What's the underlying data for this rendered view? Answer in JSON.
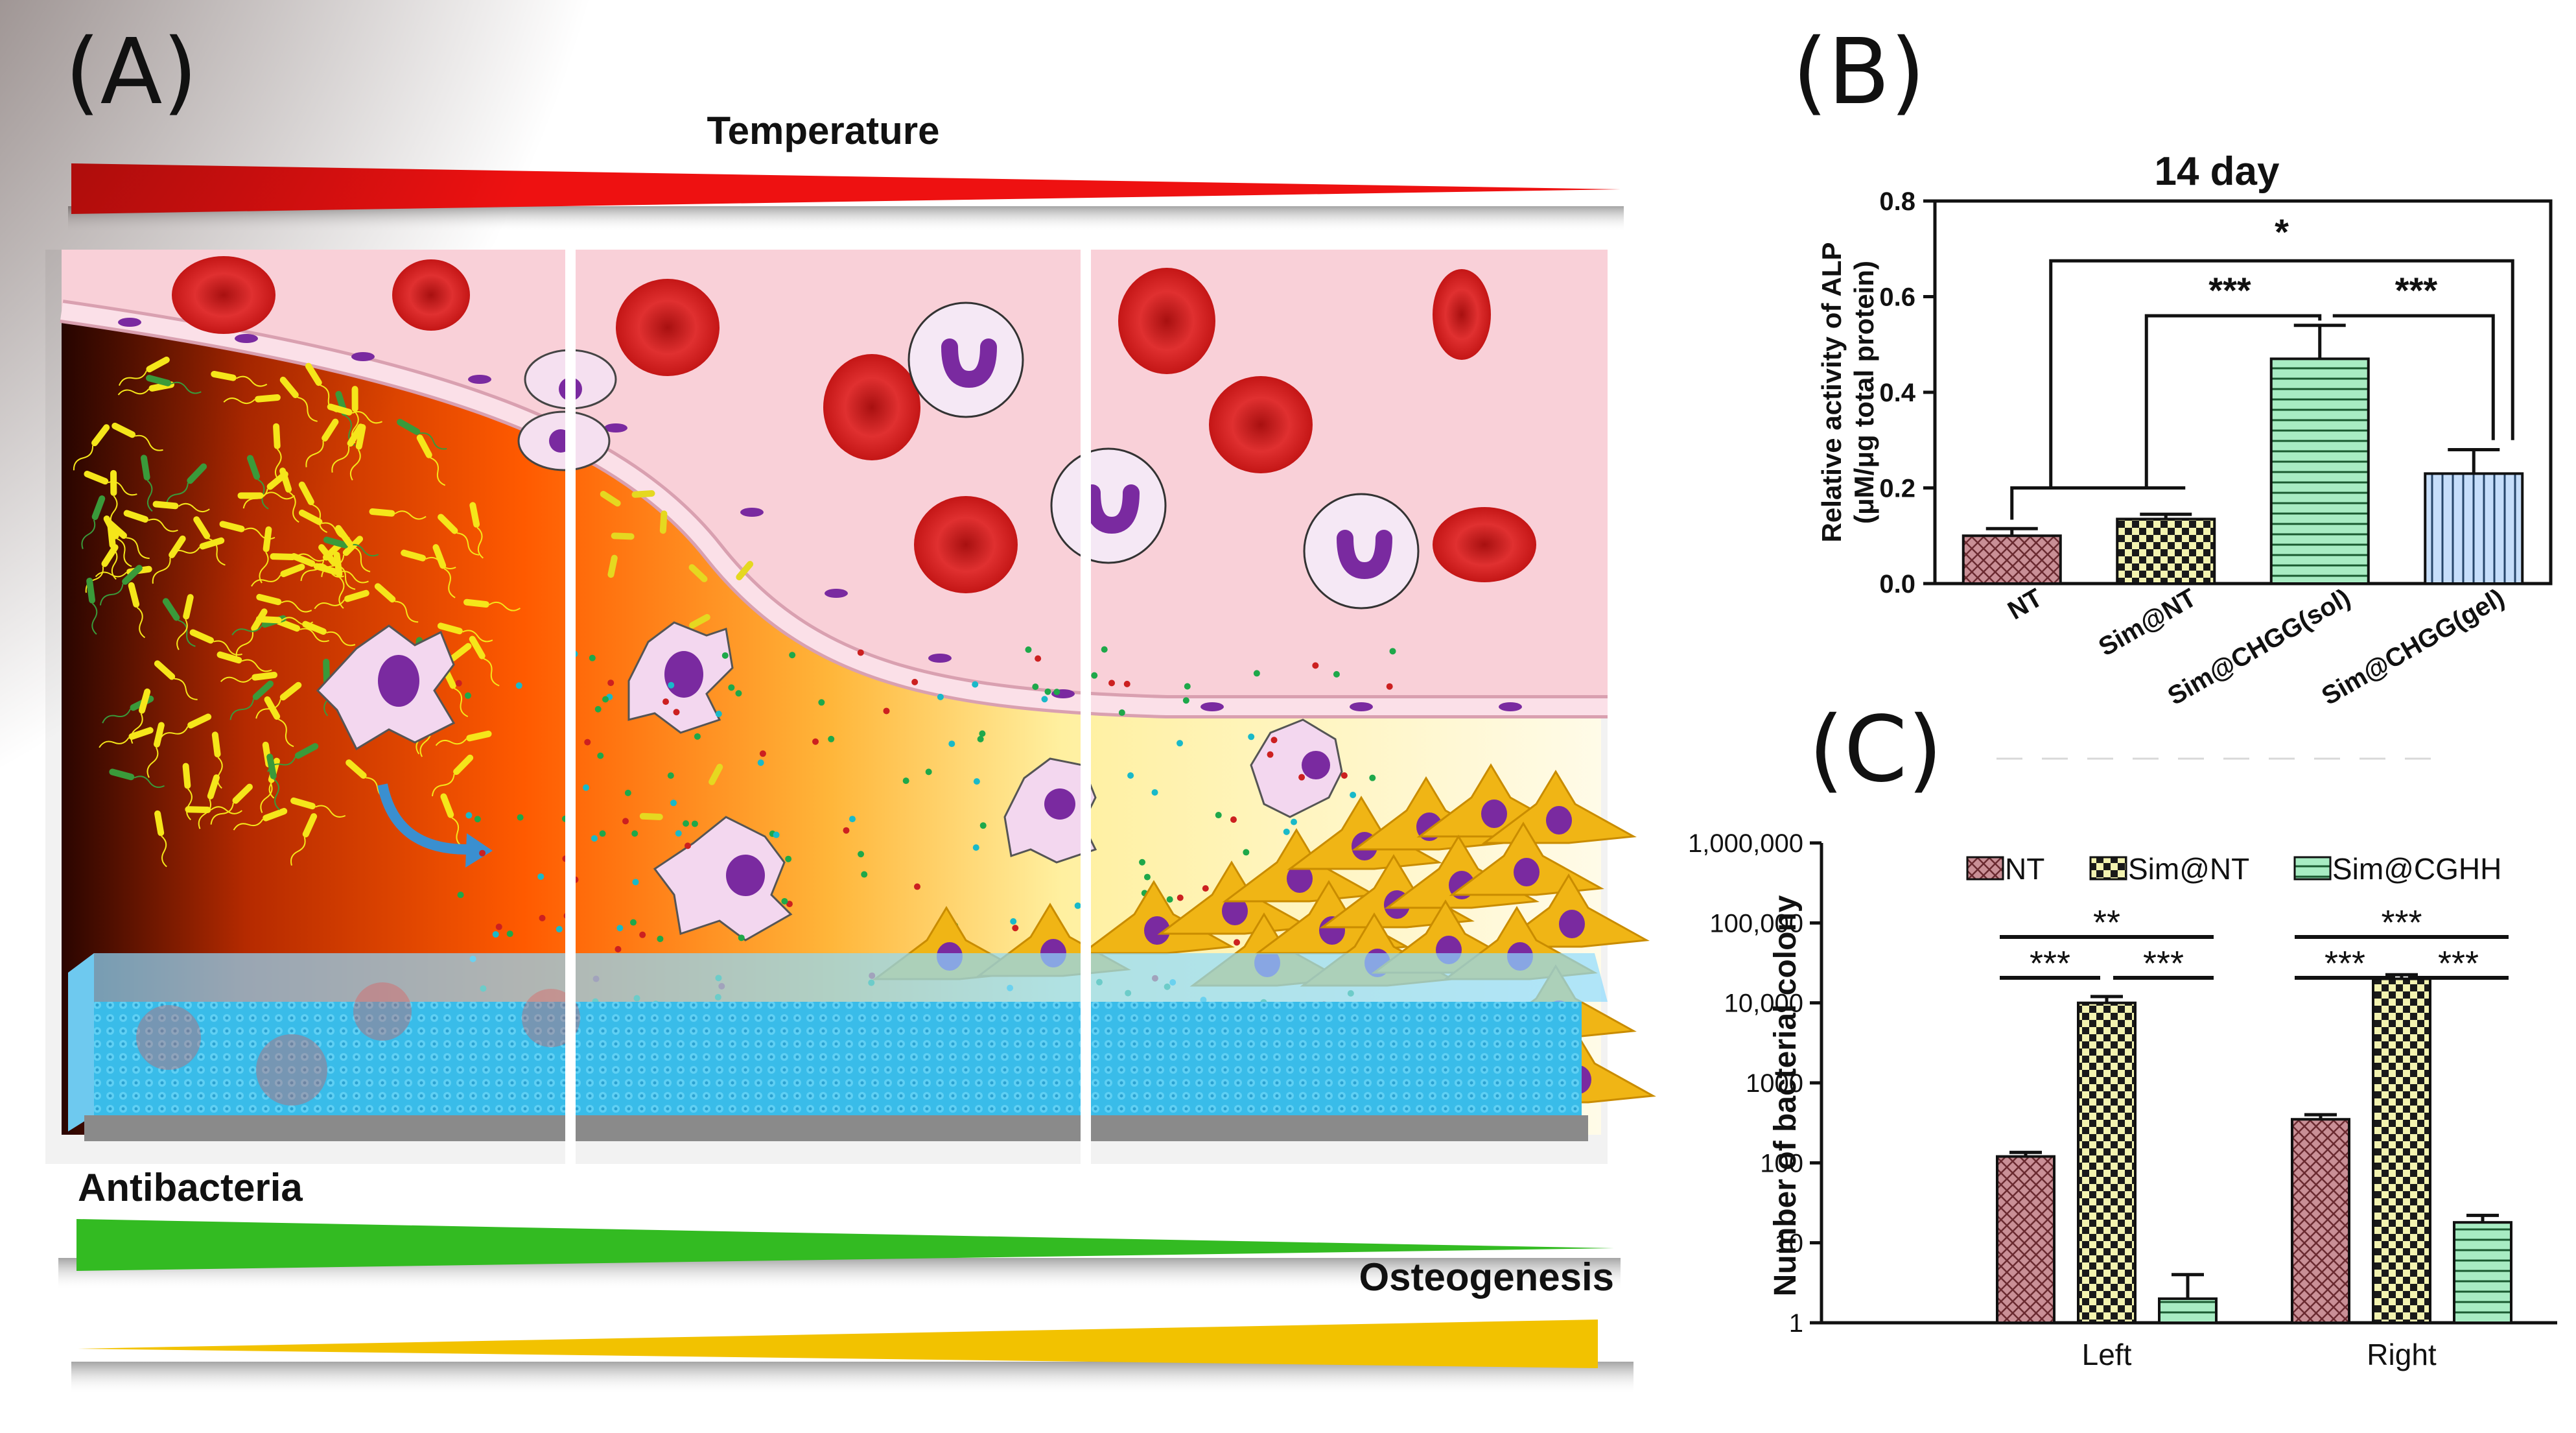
{
  "panels": {
    "a": "(A)",
    "b": "(B)",
    "c": "(C)"
  },
  "schematic": {
    "temperature_label": "Temperature",
    "antibacteria_label": "Antibacteria",
    "osteogenesis_label": "Osteogenesis",
    "colors": {
      "temperature": "#ee1111",
      "antibacteria": "#33bb22",
      "osteogenesis": "#f2c200",
      "blood_vessel": "#f9d0d8",
      "rbc": "#d42020",
      "coating": "#3fc4ef",
      "osteoblast": "#f0b515",
      "nucleus": "#7a2aa0"
    }
  },
  "chart_data": [
    {
      "type": "bar",
      "title": "14 day",
      "ylabel_line1": "Relative activity of ALP",
      "ylabel_line2": "(μM/μg total protein)",
      "categories": [
        "NT",
        "Sim@NT",
        "Sim@CHGG(sol)",
        "Sim@CHGG(gel)"
      ],
      "values": [
        0.1,
        0.135,
        0.47,
        0.23
      ],
      "errors": [
        0.015,
        0.01,
        0.07,
        0.05
      ],
      "ylim": [
        0,
        0.8
      ],
      "yticks": [
        "0.0",
        "0.2",
        "0.4",
        "0.6",
        "0.8"
      ],
      "significance": [
        "*",
        "***",
        "***"
      ],
      "colors": [
        "#c98f96",
        "#e9e9a0",
        "#a8ecc3",
        "#b9d6f2"
      ]
    },
    {
      "type": "bar",
      "scale": "log",
      "ylabel": "Number of bacterial colony",
      "categories": [
        "Left",
        "Right"
      ],
      "series": [
        {
          "name": "NT",
          "values": [
            120,
            350
          ],
          "errors": [
            15,
            50
          ]
        },
        {
          "name": "Sim@NT",
          "values": [
            10000,
            20000
          ],
          "errors": [
            2000,
            2500
          ]
        },
        {
          "name": "Sim@CGHH",
          "values": [
            2,
            18
          ],
          "errors": [
            2,
            4
          ]
        }
      ],
      "ylim": [
        1,
        1000000
      ],
      "yticks": [
        "1",
        "10",
        "100",
        "1000",
        "10,000",
        "100,000",
        "1,000,000"
      ],
      "significance": [
        "**",
        "***",
        "***",
        "***",
        "***",
        "***"
      ],
      "colors": [
        "#c98f96",
        "#e9e9a0",
        "#a8ecc3"
      ]
    }
  ]
}
